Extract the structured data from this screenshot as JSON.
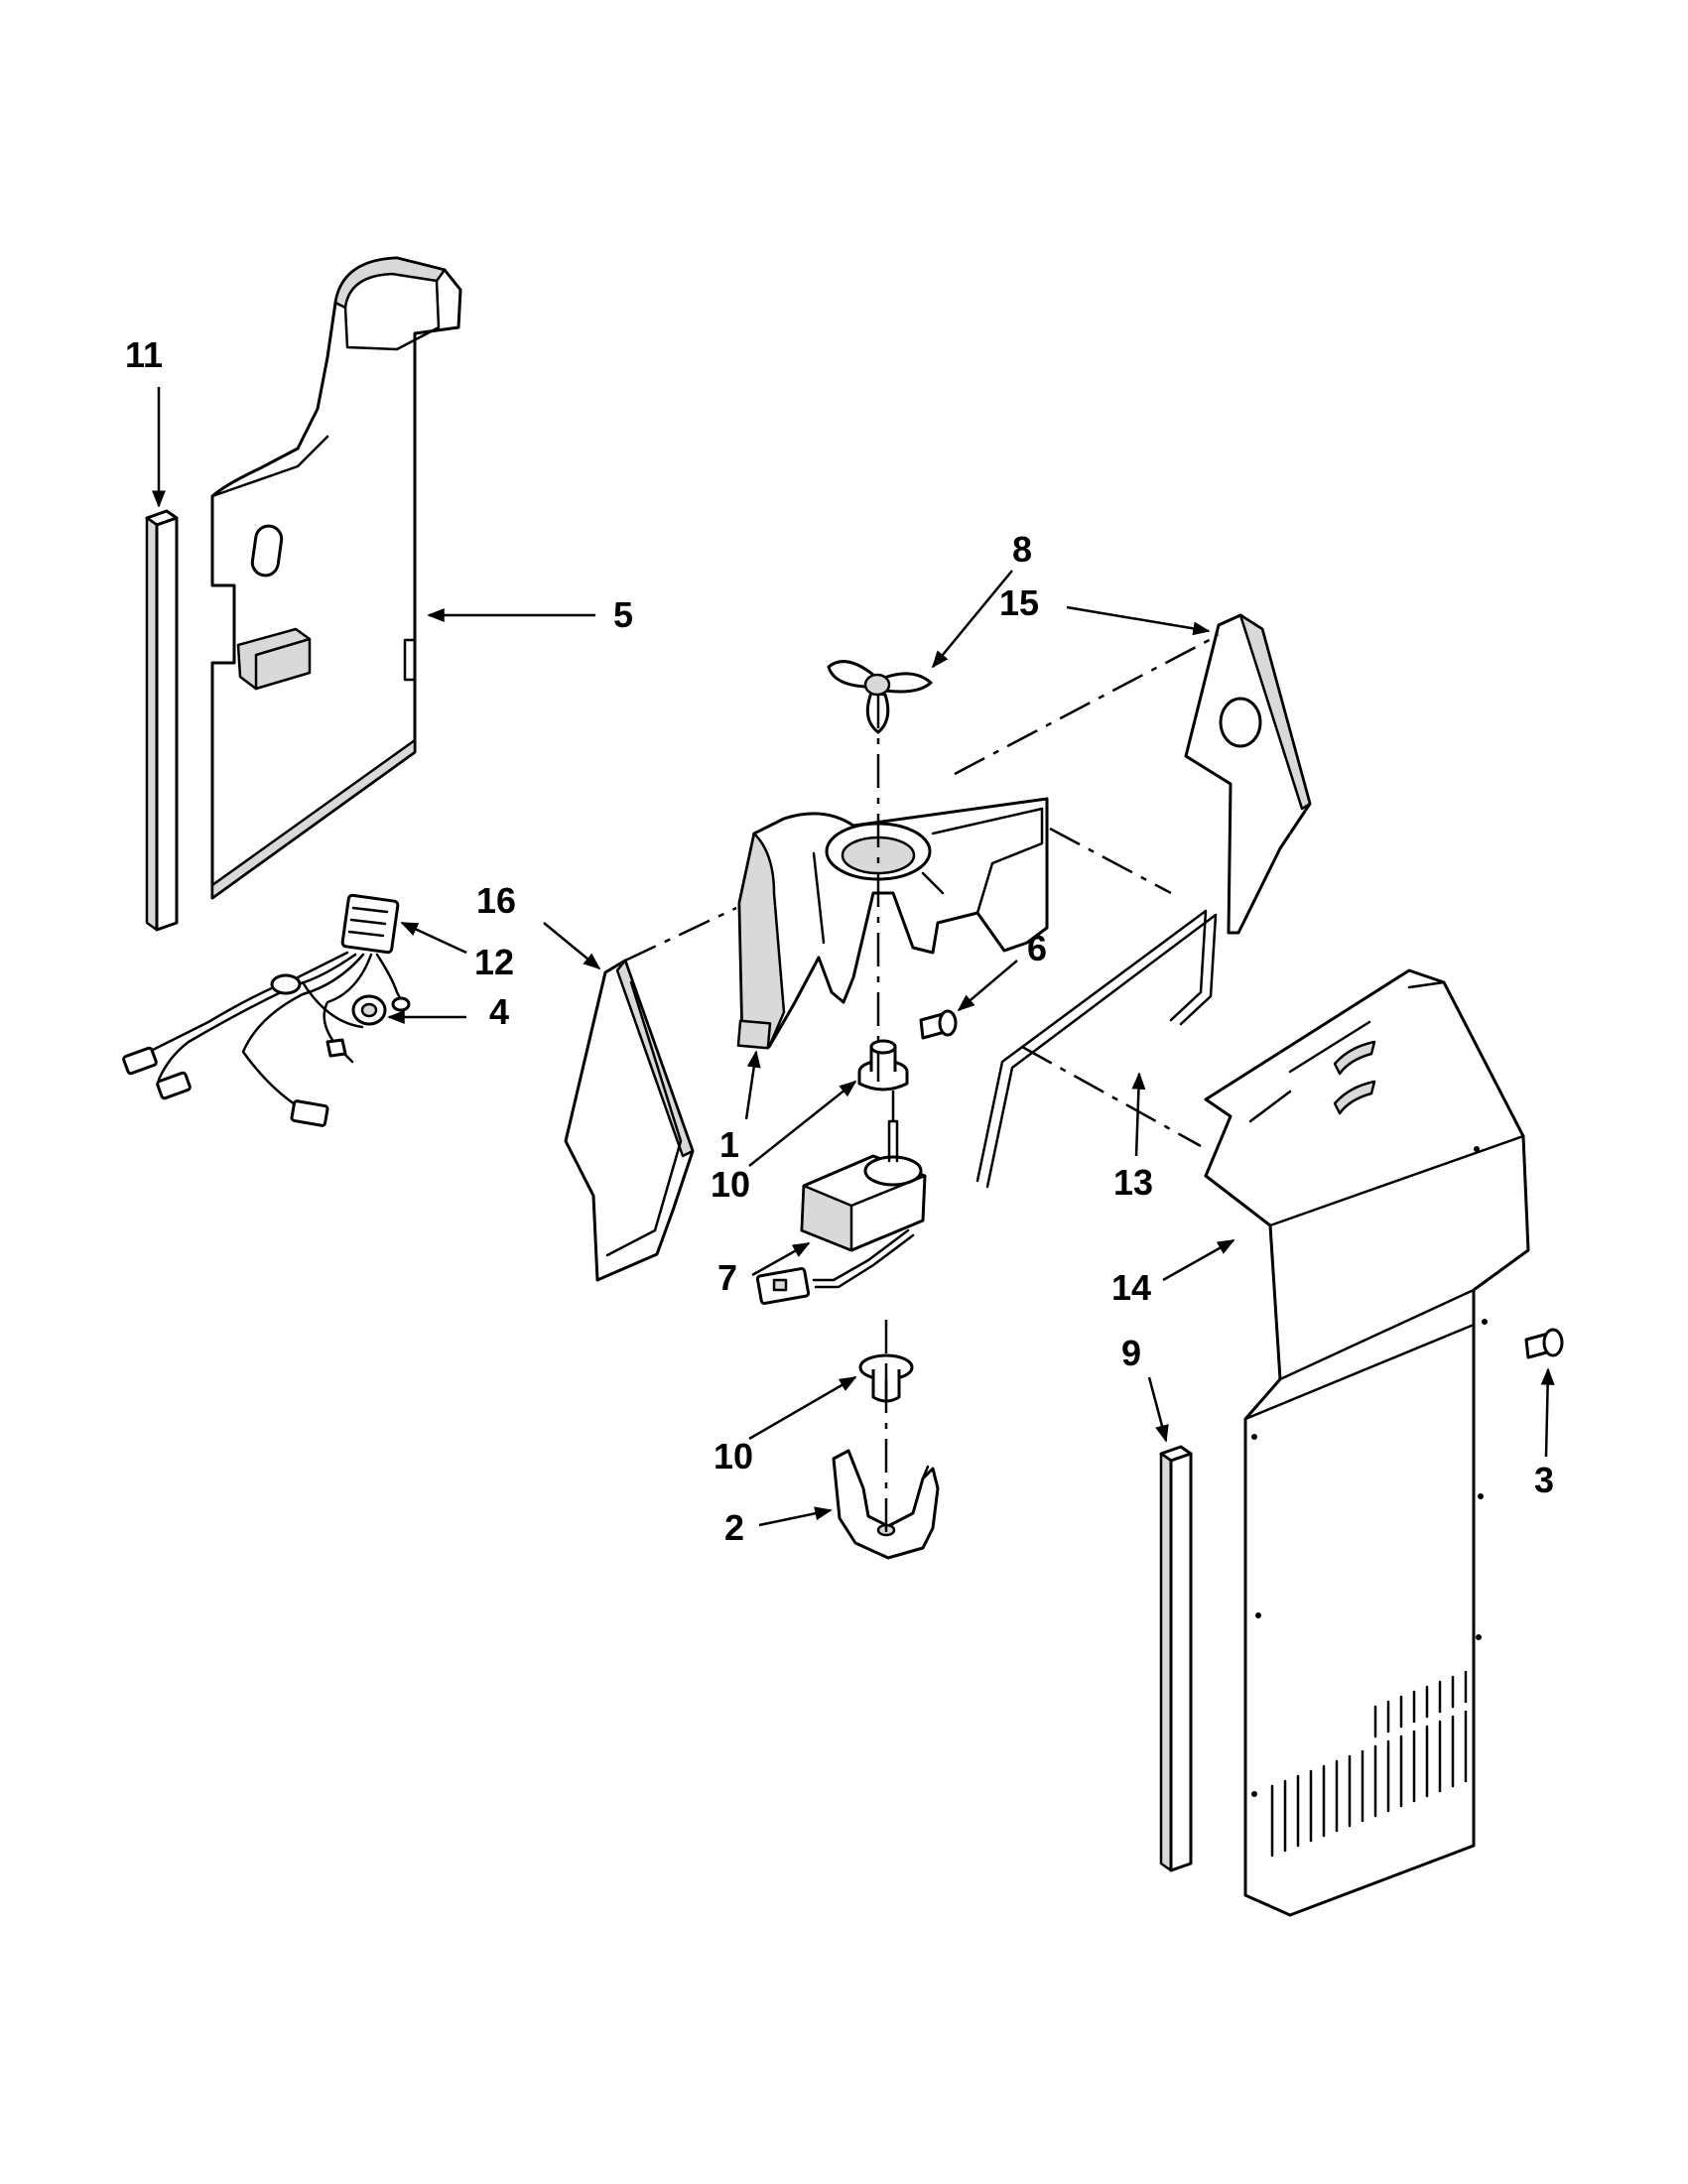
{
  "callouts": [
    {
      "id": "11",
      "label": "11"
    },
    {
      "id": "5",
      "label": "5"
    },
    {
      "id": "8",
      "label": "8"
    },
    {
      "id": "15",
      "label": "15"
    },
    {
      "id": "16",
      "label": "16"
    },
    {
      "id": "12",
      "label": "12"
    },
    {
      "id": "6",
      "label": "6"
    },
    {
      "id": "4",
      "label": "4"
    },
    {
      "id": "13",
      "label": "13"
    },
    {
      "id": "1",
      "label": "1"
    },
    {
      "id": "10a",
      "label": "10"
    },
    {
      "id": "7",
      "label": "7"
    },
    {
      "id": "14",
      "label": "14"
    },
    {
      "id": "9",
      "label": "9"
    },
    {
      "id": "3",
      "label": "3"
    },
    {
      "id": "10b",
      "label": "10"
    },
    {
      "id": "2",
      "label": "2"
    }
  ]
}
